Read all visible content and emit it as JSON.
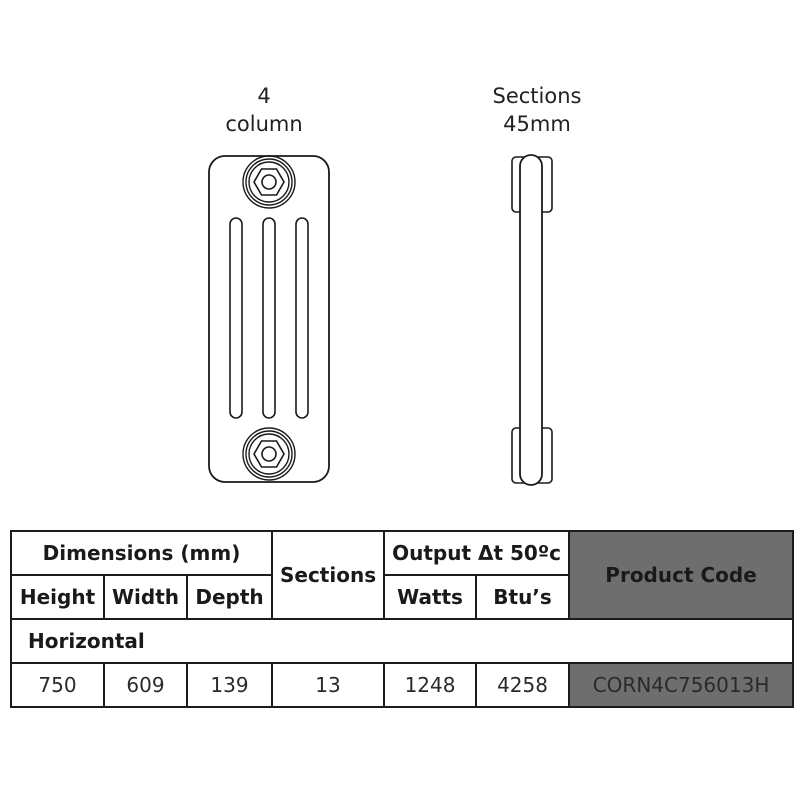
{
  "drawings": {
    "front": {
      "label_line1": "4",
      "label_line2": "column"
    },
    "side": {
      "label_line1": "Sections",
      "label_line2": "45mm"
    }
  },
  "table": {
    "headers": {
      "dimensions": "Dimensions (mm)",
      "height": "Height",
      "width": "Width",
      "depth": "Depth",
      "sections": "Sections",
      "output": "Output Δt 50ºc",
      "watts": "Watts",
      "btus": "Btu’s",
      "product_code": "Product Code"
    },
    "section_label": "Horizontal",
    "rows": [
      {
        "height": "750",
        "width": "609",
        "depth": "139",
        "sections": "13",
        "watts": "1248",
        "btus": "4258",
        "product_code": "CORN4C756013H"
      }
    ]
  },
  "colors": {
    "product_code_bg": "#6e6e6e",
    "border": "#1c1c1c"
  }
}
